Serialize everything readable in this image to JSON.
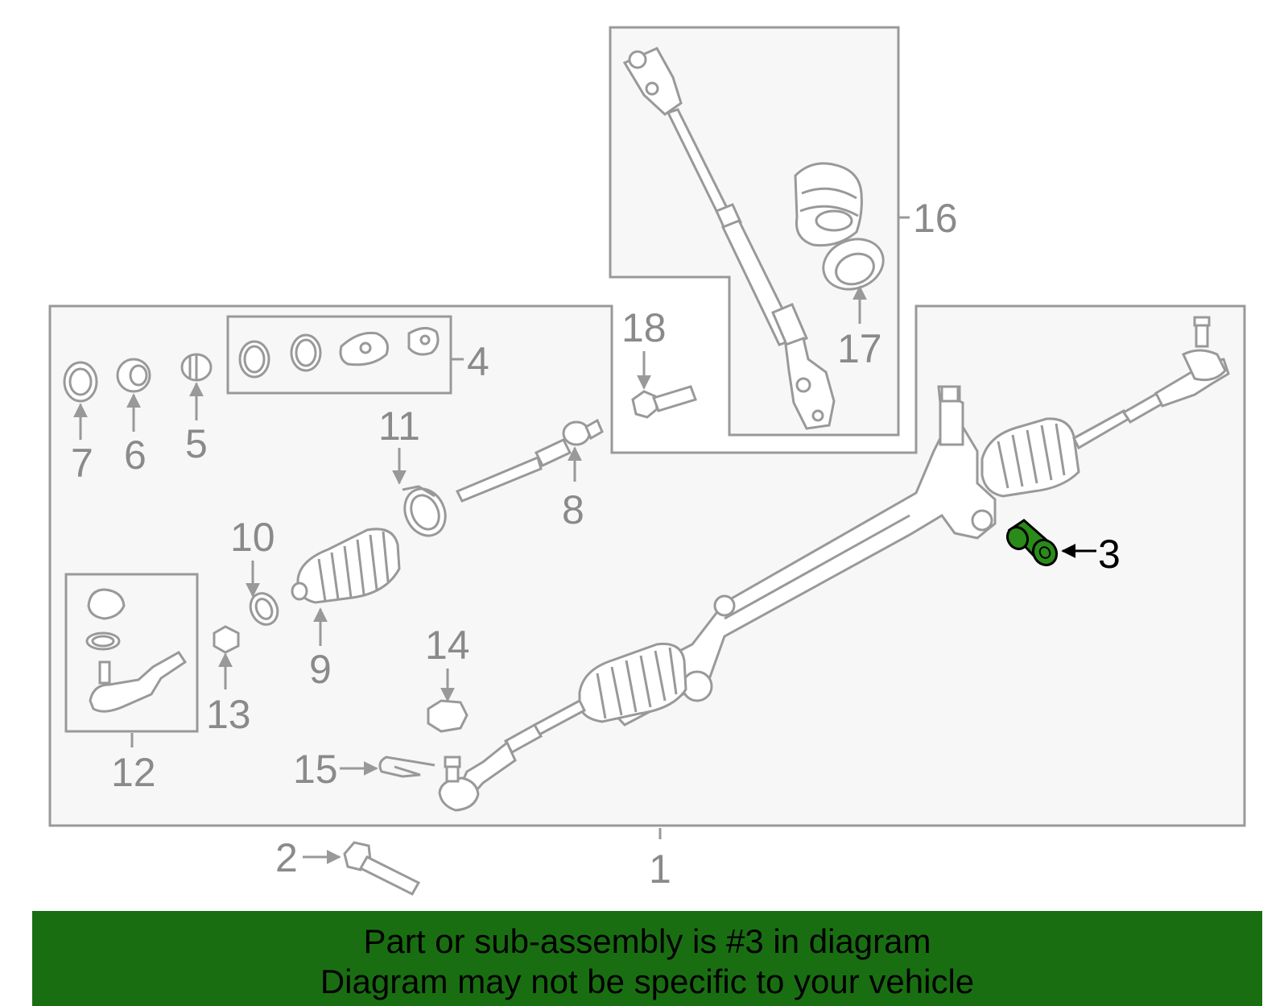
{
  "diagram": {
    "callouts": {
      "c1": "1",
      "c2": "2",
      "c3": "3",
      "c4": "4",
      "c5": "5",
      "c6": "6",
      "c7": "7",
      "c8": "8",
      "c9": "9",
      "c10": "10",
      "c11": "11",
      "c12": "12",
      "c13": "13",
      "c14": "14",
      "c15": "15",
      "c16": "16",
      "c17": "17",
      "c18": "18"
    },
    "highlighted_part": "3",
    "colors": {
      "highlight": "#2a8a1a",
      "outline": "#999999",
      "panel": "#f7f7f7",
      "banner": "#1a6e12"
    }
  },
  "footer": {
    "line1": "Part or sub-assembly is #3 in diagram",
    "line2": "Diagram may not be specific to your vehicle"
  }
}
